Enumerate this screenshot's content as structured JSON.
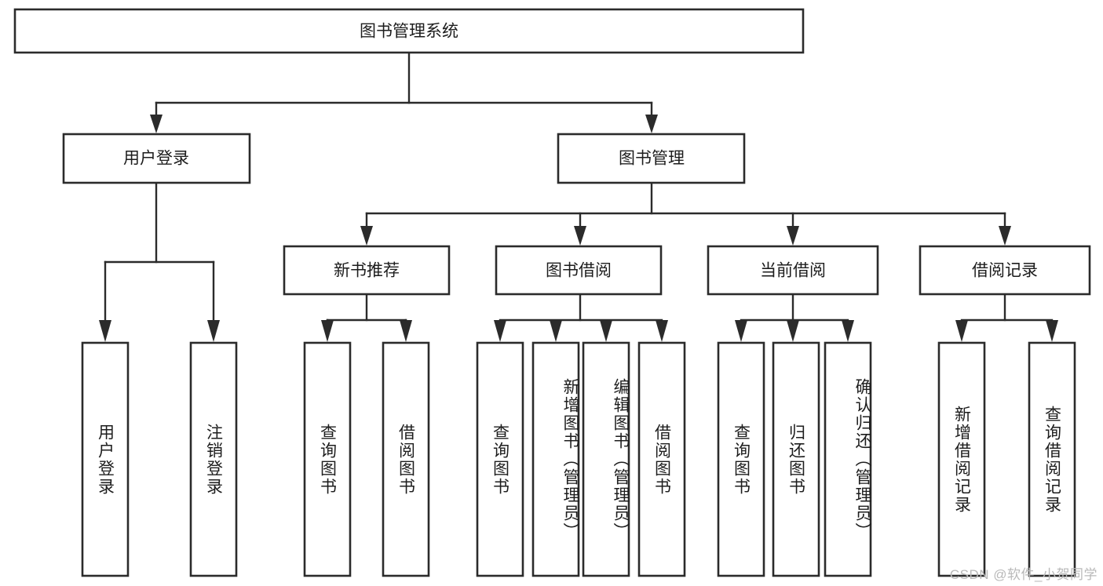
{
  "diagram": {
    "type": "tree-hierarchy-chart",
    "title": "图书管理系统",
    "watermark": "CSDN @软件_小贺同学",
    "colors": {
      "background": "#ffffff",
      "stroke": "#2b2b2b",
      "fill": "#ffffff",
      "text": "#1d1d1d",
      "watermark": "#b9b9b9"
    },
    "nodes": {
      "root": {
        "label": "图书管理系统",
        "orientation": "horizontal"
      },
      "level1": [
        {
          "id": "user-login",
          "label": "用户登录",
          "orientation": "horizontal"
        },
        {
          "id": "book-manage",
          "label": "图书管理",
          "orientation": "horizontal"
        }
      ],
      "level2": [
        {
          "id": "new-book-recommend",
          "label": "新书推荐",
          "orientation": "horizontal"
        },
        {
          "id": "book-borrow",
          "label": "图书借阅",
          "orientation": "horizontal"
        },
        {
          "id": "current-borrow",
          "label": "当前借阅",
          "orientation": "horizontal"
        },
        {
          "id": "borrow-record",
          "label": "借阅记录",
          "orientation": "horizontal"
        }
      ],
      "leaves": [
        {
          "id": "leaf-user-login",
          "label": "用户登录",
          "parent": "user-login",
          "orientation": "vertical"
        },
        {
          "id": "leaf-user-logout",
          "label": "注销登录",
          "parent": "user-login",
          "orientation": "vertical"
        },
        {
          "id": "leaf-query-book-1",
          "label": "查询图书",
          "parent": "new-book-recommend",
          "orientation": "vertical"
        },
        {
          "id": "leaf-borrow-book-1",
          "label": "借阅图书",
          "parent": "new-book-recommend",
          "orientation": "vertical"
        },
        {
          "id": "leaf-query-book-2",
          "label": "查询图书",
          "parent": "book-borrow",
          "orientation": "vertical"
        },
        {
          "id": "leaf-add-book",
          "label": "新增图书（管理员）",
          "parent": "book-borrow",
          "orientation": "vertical"
        },
        {
          "id": "leaf-edit-book",
          "label": "编辑图书（管理员）",
          "parent": "book-borrow",
          "orientation": "vertical"
        },
        {
          "id": "leaf-borrow-book-2",
          "label": "借阅图书",
          "parent": "book-borrow",
          "orientation": "vertical"
        },
        {
          "id": "leaf-query-book-3",
          "label": "查询图书",
          "parent": "current-borrow",
          "orientation": "vertical"
        },
        {
          "id": "leaf-return-book",
          "label": "归还图书",
          "parent": "current-borrow",
          "orientation": "vertical"
        },
        {
          "id": "leaf-confirm-return",
          "label": "确认归还（管理员）",
          "parent": "current-borrow",
          "orientation": "vertical"
        },
        {
          "id": "leaf-add-record",
          "label": "新增借阅记录",
          "parent": "borrow-record",
          "orientation": "vertical"
        },
        {
          "id": "leaf-query-record",
          "label": "查询借阅记录",
          "parent": "borrow-record",
          "orientation": "vertical"
        }
      ]
    }
  }
}
